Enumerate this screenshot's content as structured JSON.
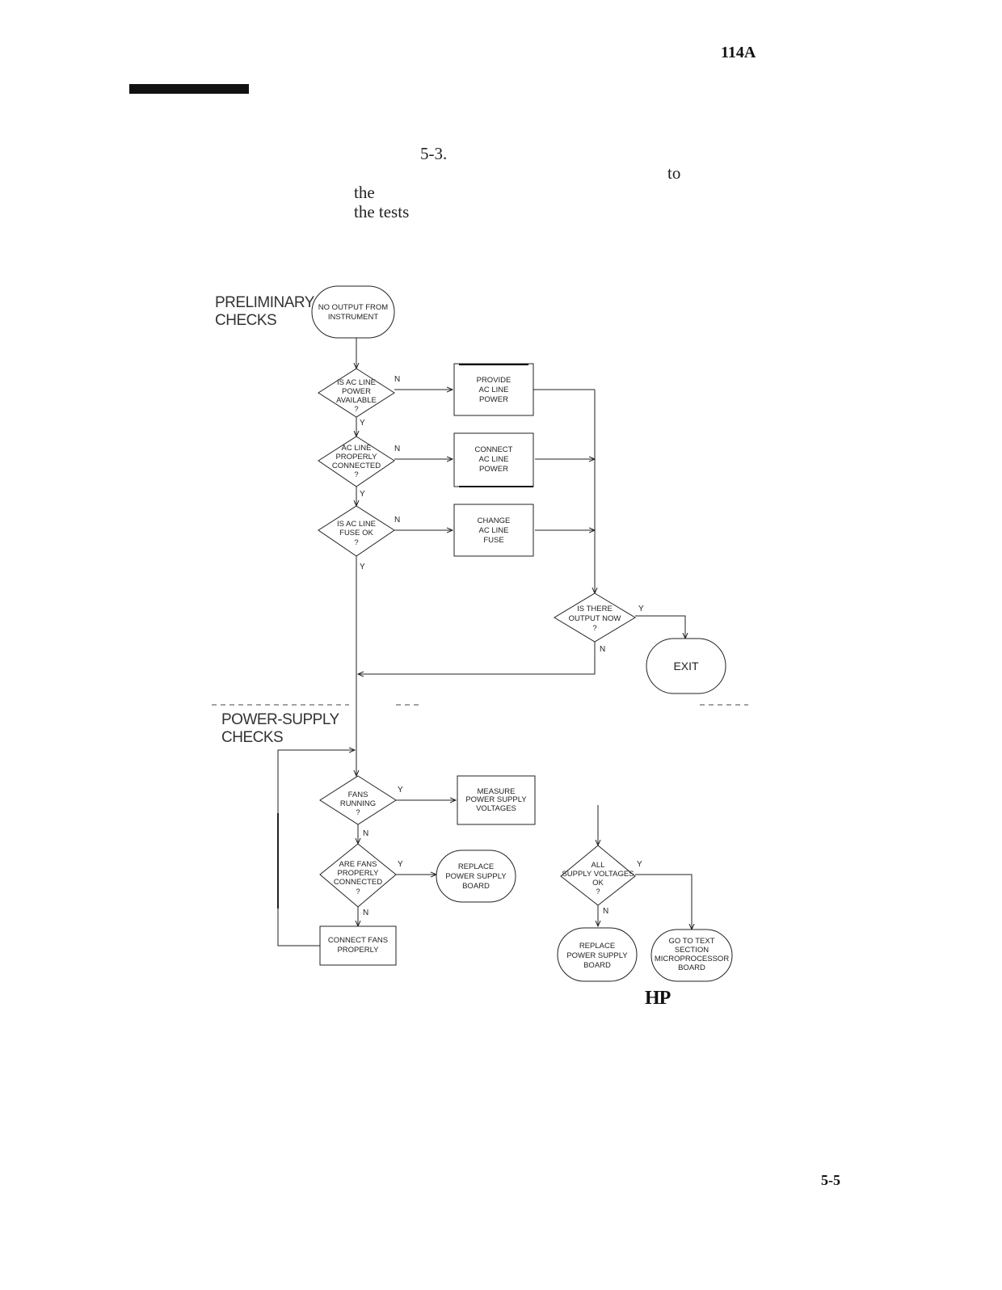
{
  "header": {
    "model": "114A"
  },
  "text_fragments": [
    "5-3.",
    "to",
    "the",
    "the tests"
  ],
  "sections": {
    "preliminary": [
      "PRELIMINARY",
      "CHECKS"
    ],
    "power_supply": [
      "POWER-SUPPLY",
      "CHECKS"
    ]
  },
  "flowchart": {
    "start": [
      "NO OUTPUT FROM",
      "INSTRUMENT"
    ],
    "d_ac_power": [
      "IS AC LINE",
      "POWER",
      "AVAILABLE",
      "?"
    ],
    "d_ac_connected": [
      "AC LINE",
      "PROPERLY",
      "CONNECTED",
      "?"
    ],
    "d_fuse": [
      "IS AC LINE",
      "FUSE OK",
      "?"
    ],
    "b_provide": [
      "PROVIDE",
      "AC LINE",
      "POWER"
    ],
    "b_connect": [
      "CONNECT",
      "AC LINE",
      "POWER"
    ],
    "b_fuse": [
      "CHANGE",
      "AC LINE",
      "FUSE"
    ],
    "d_output": [
      "IS THERE",
      "OUTPUT NOW",
      "?"
    ],
    "exit": "EXIT",
    "d_fans": [
      "FANS",
      "RUNNING",
      "?"
    ],
    "b_measure": [
      "MEASURE",
      "POWER SUPPLY",
      "VOLTAGES"
    ],
    "d_fans_connected": [
      "ARE FANS",
      "PROPERLY",
      "CONNECTED",
      "?"
    ],
    "t_replace1": [
      "REPLACE",
      "POWER SUPPLY",
      "BOARD"
    ],
    "b_connect_fans": [
      "CONNECT FANS",
      "PROPERLY"
    ],
    "d_voltages": [
      "ALL",
      "SUPPLY VOLTAGES",
      "OK",
      "?"
    ],
    "t_replace2": [
      "REPLACE",
      "POWER SUPPLY",
      "BOARD"
    ],
    "t_goto": [
      "GO TO TEXT",
      "SECTION",
      "MICROPROCESSOR",
      "BOARD"
    ],
    "yes": "Y",
    "no": "N"
  },
  "footer": {
    "logo": "HP",
    "page_number": "5-5"
  }
}
